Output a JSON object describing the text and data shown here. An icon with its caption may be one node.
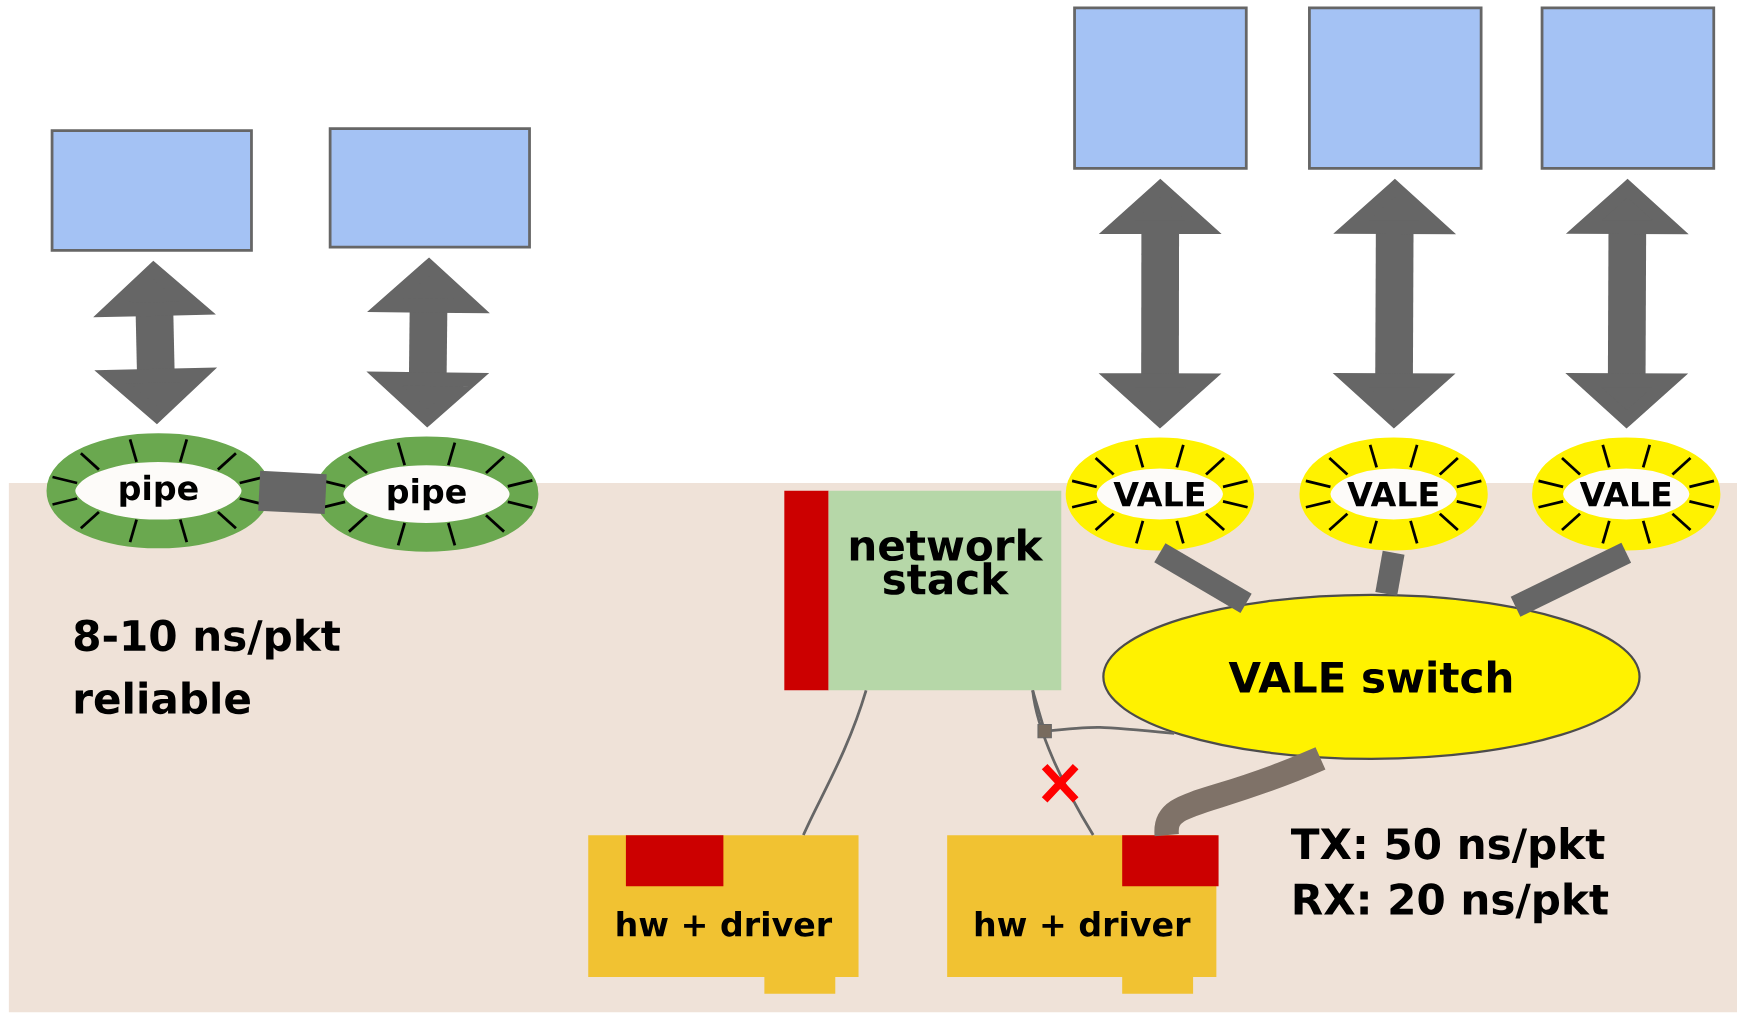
{
  "diagram": {
    "nodes": [
      {
        "text": [],
        "shape": "box"
      },
      {
        "text": [],
        "shape": "box"
      },
      {
        "text": [
          "pipe"
        ]
      },
      {
        "text": [
          "pipe"
        ]
      },
      {
        "text": [],
        "shape": "box"
      },
      {
        "text": [],
        "shape": "box"
      },
      {
        "text": [],
        "shape": "box"
      },
      {
        "text": [
          "VALE"
        ]
      },
      {
        "text": [
          "VALE"
        ]
      },
      {
        "text": [
          "VALE"
        ]
      },
      {
        "text": [
          "VALE switch"
        ]
      },
      {
        "text": [
          "network stack"
        ]
      },
      {
        "text": [
          "hw + driver"
        ]
      },
      {
        "text": [
          "hw + driver"
        ]
      }
    ],
    "edges": [
      {
        "from": 0,
        "to": 2,
        "arrow": "both"
      },
      {
        "from": 1,
        "to": 3,
        "arrow": "both"
      },
      {
        "from": 2,
        "to": 3,
        "arrow": "none"
      },
      {
        "from": 4,
        "to": 7,
        "arrow": "both"
      },
      {
        "from": 5,
        "to": 8,
        "arrow": "both"
      },
      {
        "from": 6,
        "to": 9,
        "arrow": "both"
      },
      {
        "from": 7,
        "to": 10,
        "arrow": "none"
      },
      {
        "from": 8,
        "to": 10,
        "arrow": "none"
      },
      {
        "from": 9,
        "to": 10,
        "arrow": "none"
      },
      {
        "from": 10,
        "to": 13,
        "arrow": "none",
        "color": "#7f7268"
      },
      {
        "from": 11,
        "to": 12,
        "arrow": "none"
      },
      {
        "from": 11,
        "to": 13,
        "arrow": "none"
      },
      {
        "from": 10,
        "to": 11,
        "arrow": "none"
      }
    ],
    "labels": [
      "8-10 ns/pkt",
      "reliable",
      "TX: 50 ns/pkt",
      "RX: 20 ns/pkt"
    ]
  }
}
